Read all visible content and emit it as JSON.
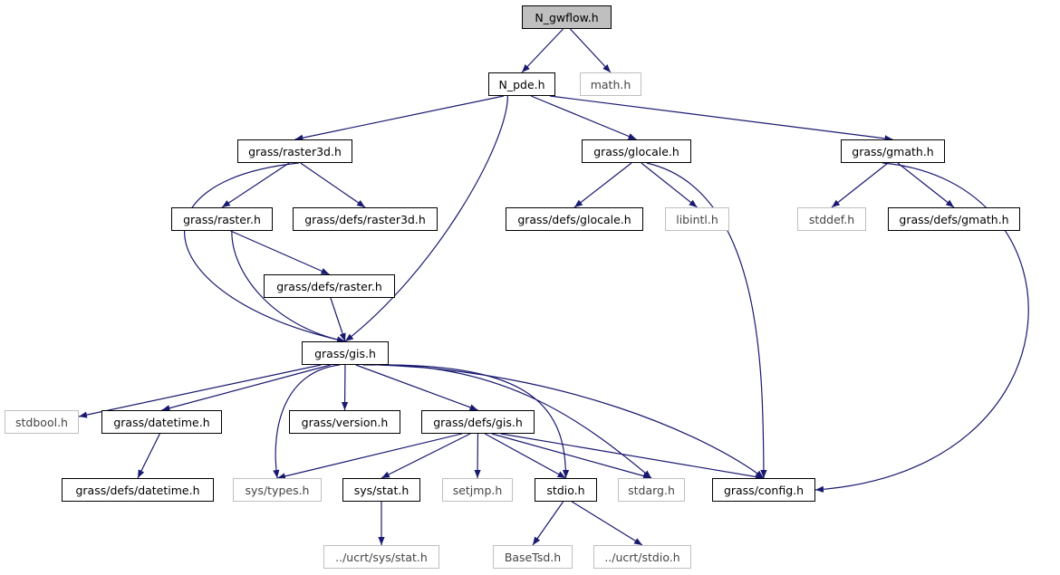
{
  "diagram": {
    "edge_color": "#191970",
    "external_border_color": "#bfbfbf",
    "root_fill": "#bfbfbf",
    "nodes": {
      "N_gwflow": {
        "label": "N_gwflow.h",
        "kind": "root"
      },
      "math": {
        "label": "math.h",
        "kind": "external"
      },
      "N_pde": {
        "label": "N_pde.h",
        "kind": "internal"
      },
      "raster3d": {
        "label": "grass/raster3d.h",
        "kind": "internal"
      },
      "glocale": {
        "label": "grass/glocale.h",
        "kind": "internal"
      },
      "gmath": {
        "label": "grass/gmath.h",
        "kind": "internal"
      },
      "raster": {
        "label": "grass/raster.h",
        "kind": "internal"
      },
      "defs_raster3d": {
        "label": "grass/defs/raster3d.h",
        "kind": "internal"
      },
      "defs_glocale": {
        "label": "grass/defs/glocale.h",
        "kind": "internal"
      },
      "libintl": {
        "label": "libintl.h",
        "kind": "external"
      },
      "stddef": {
        "label": "stddef.h",
        "kind": "external"
      },
      "defs_gmath": {
        "label": "grass/defs/gmath.h",
        "kind": "internal"
      },
      "defs_raster": {
        "label": "grass/defs/raster.h",
        "kind": "internal"
      },
      "gis": {
        "label": "grass/gis.h",
        "kind": "internal"
      },
      "stdbool": {
        "label": "stdbool.h",
        "kind": "external"
      },
      "datetime": {
        "label": "grass/datetime.h",
        "kind": "internal"
      },
      "version": {
        "label": "grass/version.h",
        "kind": "internal"
      },
      "defs_gis": {
        "label": "grass/defs/gis.h",
        "kind": "internal"
      },
      "defs_datetime": {
        "label": "grass/defs/datetime.h",
        "kind": "internal"
      },
      "sys_types": {
        "label": "sys/types.h",
        "kind": "external"
      },
      "sys_stat": {
        "label": "sys/stat.h",
        "kind": "internal"
      },
      "setjmp": {
        "label": "setjmp.h",
        "kind": "external"
      },
      "stdio": {
        "label": "stdio.h",
        "kind": "internal"
      },
      "stdarg": {
        "label": "stdarg.h",
        "kind": "external"
      },
      "config": {
        "label": "grass/config.h",
        "kind": "internal"
      },
      "ucrt_stat": {
        "label": "../ucrt/sys/stat.h",
        "kind": "external"
      },
      "basetsd": {
        "label": "BaseTsd.h",
        "kind": "external"
      },
      "ucrt_stdio": {
        "label": "../ucrt/stdio.h",
        "kind": "external"
      }
    },
    "edges": [
      [
        "N_gwflow",
        "N_pde"
      ],
      [
        "N_gwflow",
        "math"
      ],
      [
        "N_pde",
        "raster3d"
      ],
      [
        "N_pde",
        "gis"
      ],
      [
        "N_pde",
        "glocale"
      ],
      [
        "N_pde",
        "gmath"
      ],
      [
        "raster3d",
        "gis"
      ],
      [
        "raster3d",
        "raster"
      ],
      [
        "raster3d",
        "defs_raster3d"
      ],
      [
        "glocale",
        "defs_glocale"
      ],
      [
        "glocale",
        "libintl"
      ],
      [
        "glocale",
        "config"
      ],
      [
        "gmath",
        "stddef"
      ],
      [
        "gmath",
        "defs_gmath"
      ],
      [
        "gmath",
        "config"
      ],
      [
        "raster",
        "gis"
      ],
      [
        "raster",
        "defs_raster"
      ],
      [
        "defs_raster",
        "gis"
      ],
      [
        "gis",
        "stdbool"
      ],
      [
        "gis",
        "datetime"
      ],
      [
        "gis",
        "sys_types"
      ],
      [
        "gis",
        "version"
      ],
      [
        "gis",
        "defs_gis"
      ],
      [
        "gis",
        "stdio"
      ],
      [
        "gis",
        "stdarg"
      ],
      [
        "gis",
        "config"
      ],
      [
        "datetime",
        "defs_datetime"
      ],
      [
        "defs_gis",
        "sys_types"
      ],
      [
        "defs_gis",
        "sys_stat"
      ],
      [
        "defs_gis",
        "setjmp"
      ],
      [
        "defs_gis",
        "stdio"
      ],
      [
        "defs_gis",
        "stdarg"
      ],
      [
        "defs_gis",
        "config"
      ],
      [
        "sys_stat",
        "ucrt_stat"
      ],
      [
        "stdio",
        "basetsd"
      ],
      [
        "stdio",
        "ucrt_stdio"
      ]
    ]
  }
}
